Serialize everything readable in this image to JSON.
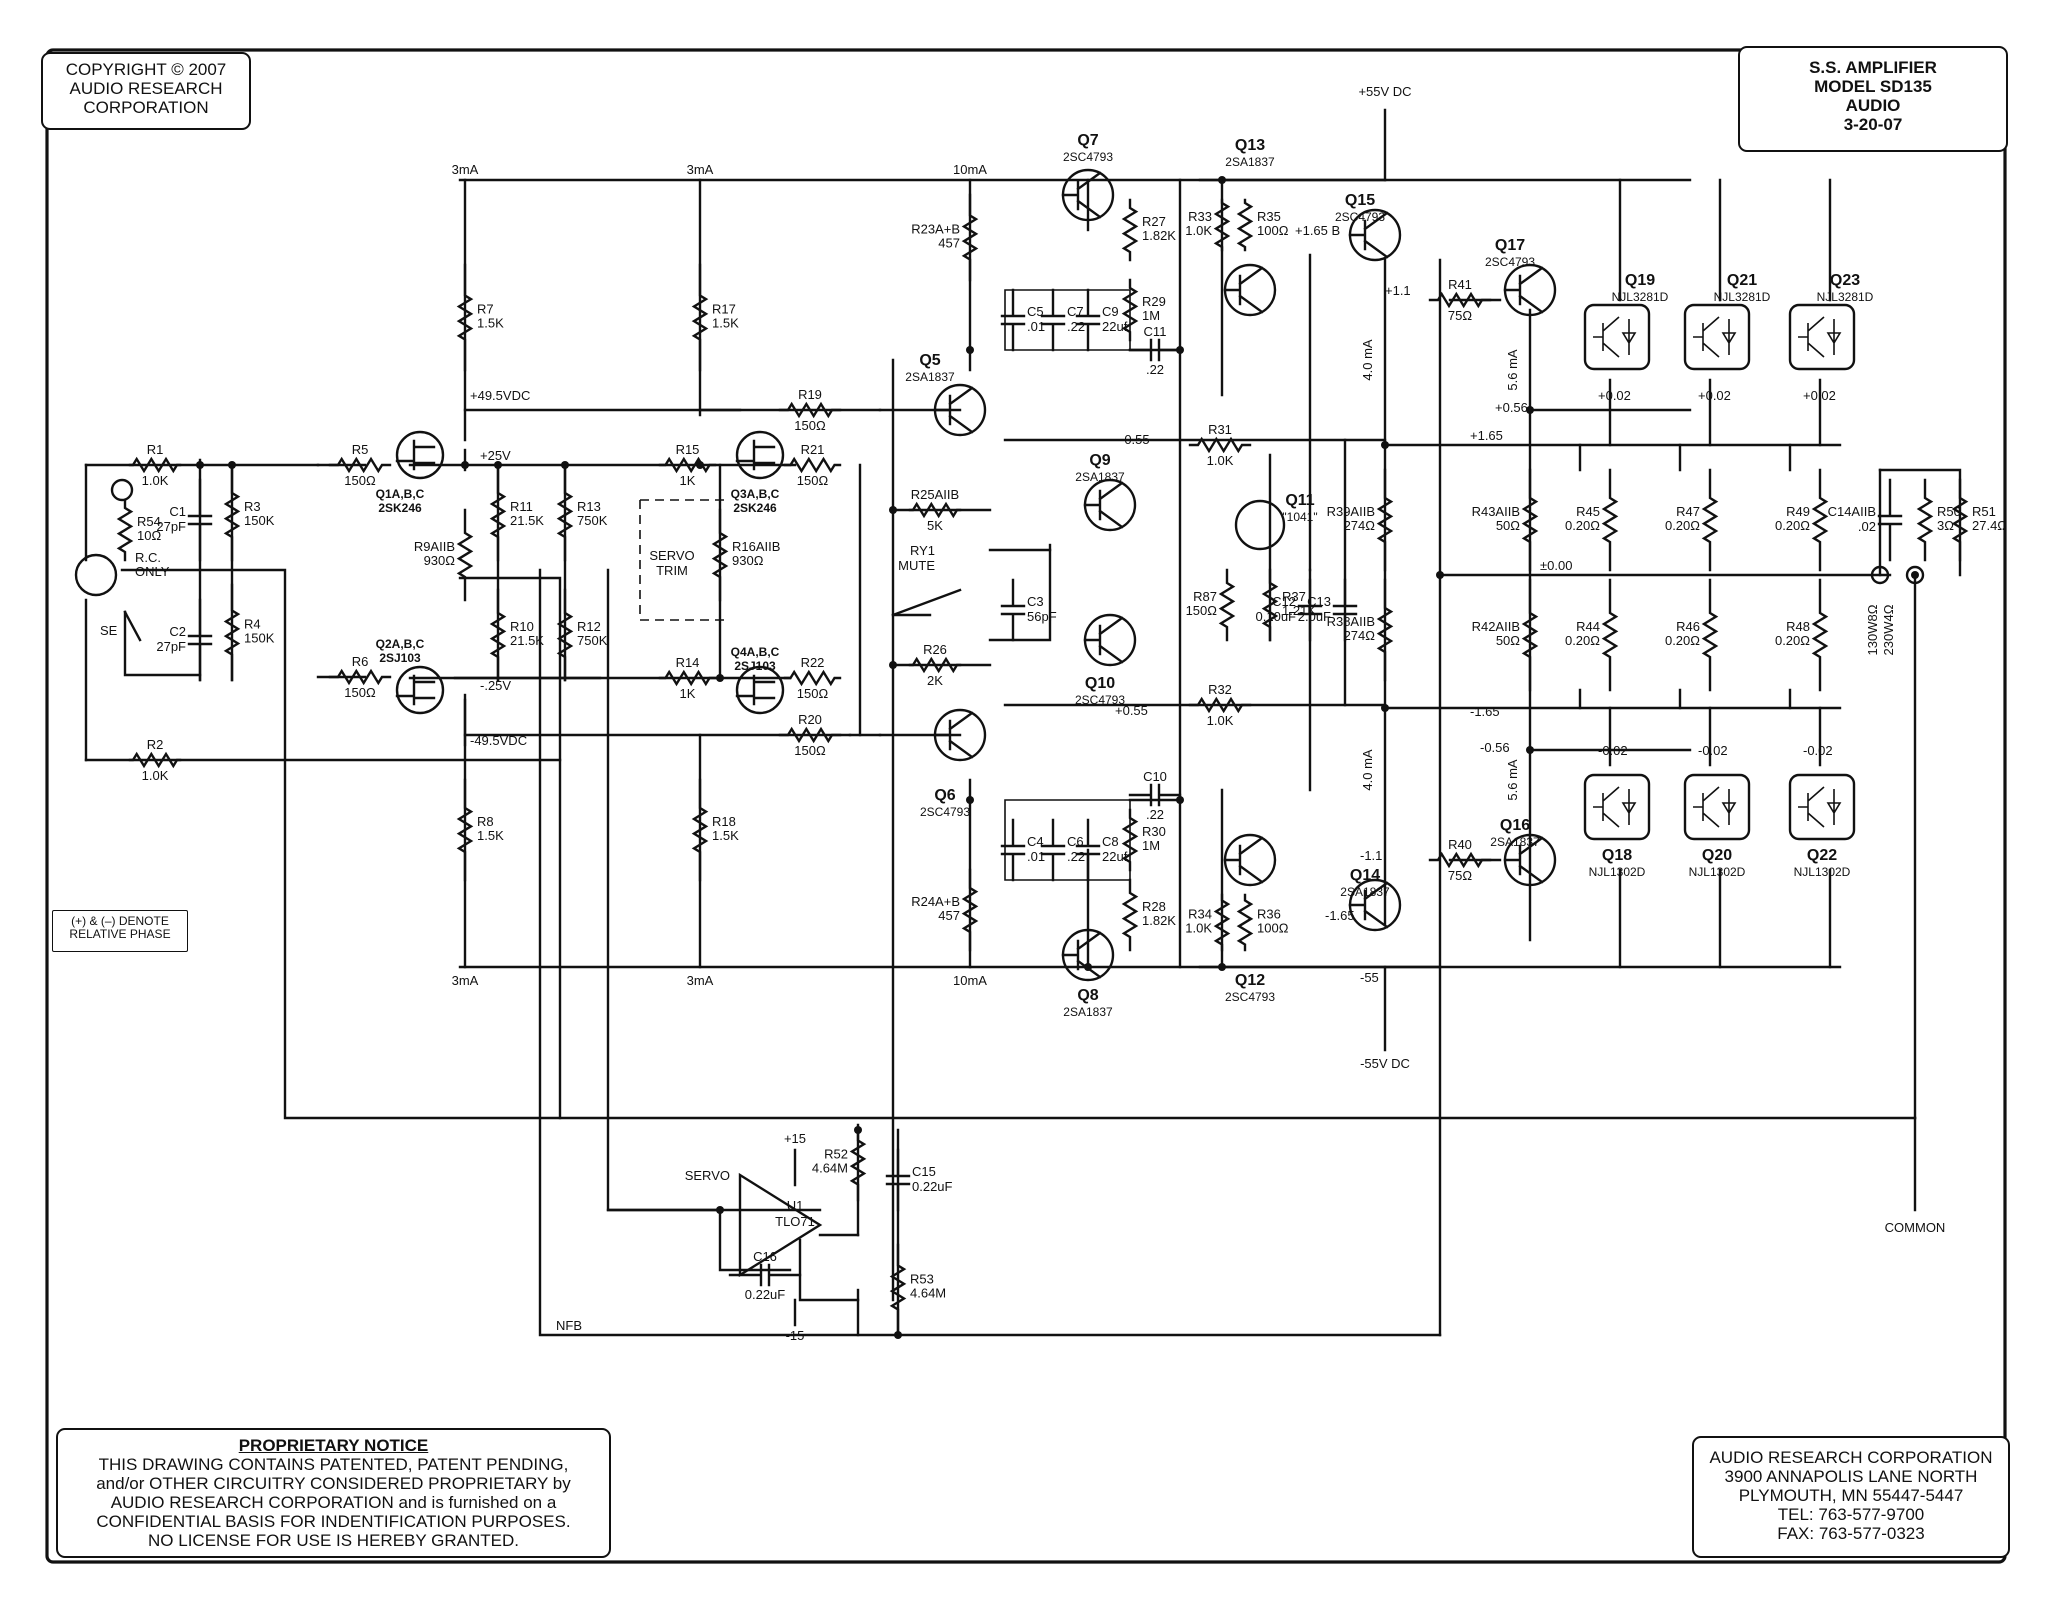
{
  "header": {
    "copyright": [
      "COPYRIGHT © 2007",
      "AUDIO RESEARCH",
      "CORPORATION"
    ],
    "title_block": [
      "S.S. AMPLIFIER",
      "MODEL SD135",
      "AUDIO",
      "3-20-07"
    ]
  },
  "notes": {
    "phase": [
      "(+) & (–) DENOTE",
      "RELATIVE PHASE"
    ]
  },
  "notice": {
    "heading": "PROPRIETARY NOTICE",
    "lines": [
      "THIS DRAWING CONTAINS PATENTED, PATENT PENDING,",
      "and/or OTHER CIRCUITRY CONSIDERED PROPRIETARY by",
      "AUDIO RESEARCH CORPORATION and is furnished on a",
      "CONFIDENTIAL BASIS FOR INDENTIFICATION PURPOSES.",
      "NO LICENSE FOR USE IS HEREBY GRANTED."
    ]
  },
  "address": [
    "AUDIO RESEARCH CORPORATION",
    "3900 ANNAPOLIS LANE NORTH",
    "PLYMOUTH, MN 55447-5447",
    "TEL:  763-577-9700",
    "FAX:  763-577-0323"
  ],
  "rails": {
    "pos55": "+55V DC",
    "neg55": "-55V DC",
    "pos495": "+49.5VDC",
    "neg495": "-49.5VDC",
    "pos25": "+25V",
    "neg25": "-.25V",
    "ma3a": "3mA",
    "ma3b": "3mA",
    "ma10a": "10mA",
    "ma3c": "3mA",
    "ma3d": "3mA",
    "ma10b": "10mA",
    "ma4a": "4.0 mA",
    "ma4b": "4.0 mA",
    "ma56a": "5.6 mA",
    "ma56b": "5.6 mA",
    "v165p": "+1.65",
    "v165n": "-1.65",
    "v056p": "+0.56",
    "v056n": "-0.56",
    "v000": "±0.00",
    "v055n": "-0.55",
    "v055p": "+0.55",
    "v11p": "+1.1",
    "v11n": "-1.1",
    "v165b": "+1.65 B",
    "v165e": "-1.65",
    "v002a": "+0.02",
    "v002b": "+0.02",
    "v002c": "+0.02",
    "v002d": "-0.02",
    "v002e": "-0.02",
    "v002f": "-0.02",
    "neg55b": "-55"
  },
  "labels": {
    "servo_trim": [
      "SERVO",
      "TRIM"
    ],
    "mute": [
      "RY1",
      "MUTE"
    ],
    "se": "SE",
    "rc": [
      "R.C.",
      "ONLY"
    ],
    "nfb": "NFB",
    "common": "COMMON",
    "servo": "SERVO",
    "load": [
      "130W8Ω",
      "230W4Ω"
    ],
    "plus15": "+15",
    "minus15": "-15"
  },
  "components": [
    {
      "id": "R1",
      "value": "1.0K"
    },
    {
      "id": "R2",
      "value": "1.0K"
    },
    {
      "id": "R3",
      "value": "150K"
    },
    {
      "id": "R4",
      "value": "150K"
    },
    {
      "id": "R5",
      "value": "150Ω"
    },
    {
      "id": "R6",
      "value": "150Ω"
    },
    {
      "id": "R7",
      "value": "1.5K"
    },
    {
      "id": "R8",
      "value": "1.5K"
    },
    {
      "id": "R9AIIB",
      "value": "930Ω"
    },
    {
      "id": "R10",
      "value": "21.5K"
    },
    {
      "id": "R11",
      "value": "21.5K"
    },
    {
      "id": "R12",
      "value": "750K"
    },
    {
      "id": "R13",
      "value": "750K"
    },
    {
      "id": "R14",
      "value": "1K"
    },
    {
      "id": "R15",
      "value": "1K"
    },
    {
      "id": "R16AIIB",
      "value": "930Ω"
    },
    {
      "id": "R17",
      "value": "1.5K"
    },
    {
      "id": "R18",
      "value": "1.5K"
    },
    {
      "id": "R19",
      "value": "150Ω"
    },
    {
      "id": "R20",
      "value": "150Ω"
    },
    {
      "id": "R21",
      "value": "150Ω"
    },
    {
      "id": "R22",
      "value": "150Ω"
    },
    {
      "id": "R23A+B",
      "value": "457"
    },
    {
      "id": "R24A+B",
      "value": "457"
    },
    {
      "id": "R25AIIB",
      "value": "5K"
    },
    {
      "id": "R26",
      "value": "2K"
    },
    {
      "id": "R27",
      "value": "1.82K"
    },
    {
      "id": "R28",
      "value": "1.82K"
    },
    {
      "id": "R29",
      "value": "1M"
    },
    {
      "id": "R30",
      "value": "1M"
    },
    {
      "id": "R31",
      "value": "1.0K"
    },
    {
      "id": "R32",
      "value": "1.0K"
    },
    {
      "id": "R33",
      "value": "1.0K"
    },
    {
      "id": "R34",
      "value": "1.0K"
    },
    {
      "id": "R35",
      "value": "100Ω"
    },
    {
      "id": "R36",
      "value": "100Ω"
    },
    {
      "id": "R37",
      "value": "1.21K"
    },
    {
      "id": "R87",
      "value": "150Ω"
    },
    {
      "id": "R38AIIB",
      "value": "274Ω"
    },
    {
      "id": "R39AIIB",
      "value": "274Ω"
    },
    {
      "id": "R40",
      "value": "75Ω"
    },
    {
      "id": "R41",
      "value": "75Ω"
    },
    {
      "id": "R42AIIB",
      "value": "50Ω"
    },
    {
      "id": "R43AIIB",
      "value": "50Ω"
    },
    {
      "id": "R44",
      "value": "0.20Ω"
    },
    {
      "id": "R45",
      "value": "0.20Ω"
    },
    {
      "id": "R46",
      "value": "0.20Ω"
    },
    {
      "id": "R47",
      "value": "0.20Ω"
    },
    {
      "id": "R48",
      "value": "0.20Ω"
    },
    {
      "id": "R49",
      "value": "0.20Ω"
    },
    {
      "id": "R50",
      "value": "3Ω"
    },
    {
      "id": "R51",
      "value": "27.4Ω"
    },
    {
      "id": "R52",
      "value": "4.64M"
    },
    {
      "id": "R53",
      "value": "4.64M"
    },
    {
      "id": "R54",
      "value": "10Ω"
    },
    {
      "id": "C1",
      "value": "27pF"
    },
    {
      "id": "C2",
      "value": "27pF"
    },
    {
      "id": "C3",
      "value": "56pF"
    },
    {
      "id": "C4",
      "value": ".01"
    },
    {
      "id": "C5",
      "value": ".01"
    },
    {
      "id": "C6",
      "value": ".22"
    },
    {
      "id": "C7",
      "value": ".22"
    },
    {
      "id": "C8",
      "value": "22uf"
    },
    {
      "id": "C9",
      "value": "22uf"
    },
    {
      "id": "C10",
      "value": ".22"
    },
    {
      "id": "C11",
      "value": ".22"
    },
    {
      "id": "C12",
      "value": "0.10uF"
    },
    {
      "id": "C13",
      "value": "2.0uF"
    },
    {
      "id": "C14AIIB",
      "value": ".02"
    },
    {
      "id": "C15",
      "value": "0.22uF"
    },
    {
      "id": "C16",
      "value": "0.22uF"
    }
  ],
  "transistors": [
    {
      "id": "Q1A,B,C",
      "part": "2SK246"
    },
    {
      "id": "Q2A,B,C",
      "part": "2SJ103"
    },
    {
      "id": "Q3A,B,C",
      "part": "2SK246"
    },
    {
      "id": "Q4A,B,C",
      "part": "2SJ103"
    },
    {
      "id": "Q5",
      "part": "2SA1837"
    },
    {
      "id": "Q6",
      "part": "2SC4793"
    },
    {
      "id": "Q7",
      "part": "2SC4793"
    },
    {
      "id": "Q8",
      "part": "2SA1837"
    },
    {
      "id": "Q9",
      "part": "2SA1837"
    },
    {
      "id": "Q10",
      "part": "2SC4793"
    },
    {
      "id": "Q11",
      "part": "\"1041\""
    },
    {
      "id": "Q12",
      "part": "2SC4793"
    },
    {
      "id": "Q13",
      "part": "2SA1837"
    },
    {
      "id": "Q14",
      "part": "2SA1837"
    },
    {
      "id": "Q15",
      "part": "2SC4793"
    },
    {
      "id": "Q16",
      "part": "2SA1837"
    },
    {
      "id": "Q17",
      "part": "2SC4793"
    },
    {
      "id": "Q18",
      "part": "NJL1302D"
    },
    {
      "id": "Q19",
      "part": "NJL3281D"
    },
    {
      "id": "Q20",
      "part": "NJL1302D"
    },
    {
      "id": "Q21",
      "part": "NJL3281D"
    },
    {
      "id": "Q22",
      "part": "NJL1302D"
    },
    {
      "id": "Q23",
      "part": "NJL3281D"
    }
  ],
  "opamp": {
    "id": "U1",
    "part": "TLO71"
  }
}
